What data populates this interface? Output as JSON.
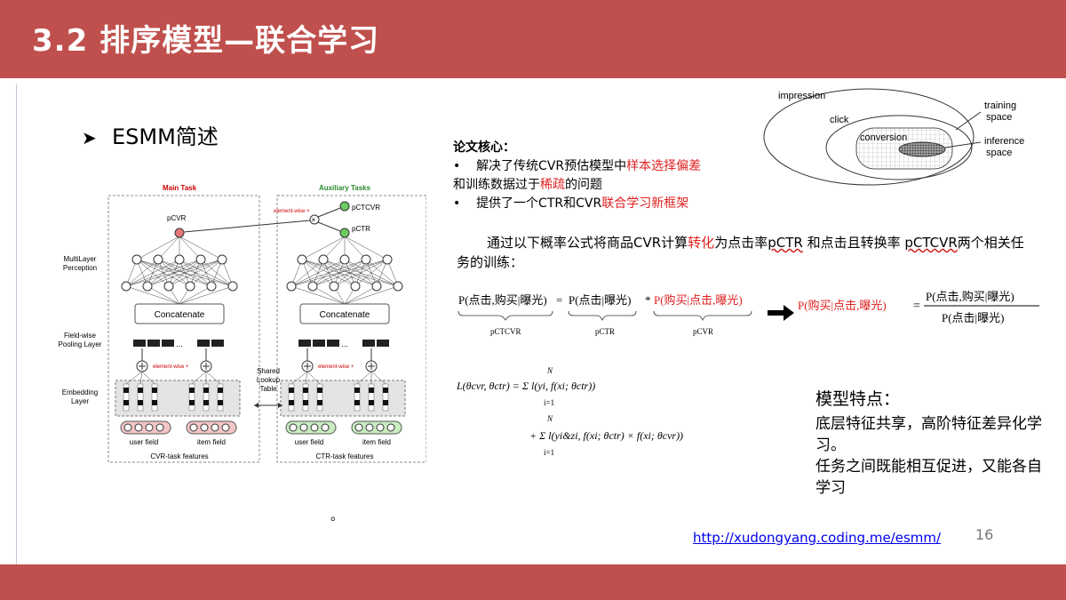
{
  "slide": {
    "title": "3.2 排序模型—联合学习",
    "bullet": "ESMM简述",
    "page_number": "16",
    "link": "http://xudongyang.coding.me/esmm/",
    "stray_mark": "。"
  },
  "core": {
    "heading": "论文核心：",
    "item1_a": "解决了传统CVR预估模型中",
    "item1_b": "样本选择偏差",
    "item1_c": "和训练数据过于",
    "item1_d": "稀疏",
    "item1_e": "的问题",
    "item2_a": "提供了一个CTR和CVR",
    "item2_b": "联合学习新框架"
  },
  "para": {
    "a": "通过以下概率公式将商品CVR计算",
    "b": "转化",
    "c": "为点击率",
    "d": "pCTR",
    "e": " 和点击且转换率 ",
    "f": "pCTCVR",
    "g": "两个相关任务的训练："
  },
  "formula": {
    "lhs": "P(点击,购买|曝光)",
    "eq": "=",
    "t1": "P(点击|曝光)",
    "star": "*",
    "t2": "P(购买|点击,曝光)",
    "u1": "pCTCVR",
    "u2": "pCTR",
    "u3": "pCVR",
    "rhs_lhs": "P(购买|点击,曝光)",
    "rhs_eq": "=",
    "num": "P(点击,购买|曝光)",
    "den": "P(点击|曝光)",
    "loss1": "L(θcvr, θctr) = Σ l(yi, f(xi; θctr))",
    "loss2": "+ Σ l(yi&zi, f(xi; θctr) × f(xi; θcvr))",
    "sum_top": "N",
    "sum_bot": "i=1"
  },
  "features": {
    "title": "模型特点：",
    "line1": "底层特征共享，高阶特征差异化学习。",
    "line2": "任务之间既能相互促进，又能各自学习"
  },
  "venn": {
    "impression": "impression",
    "click": "click",
    "conversion": "conversion",
    "training": "training\nspace",
    "training1": "training",
    "training2": "space",
    "inference1": "inference",
    "inference2": "space"
  },
  "network": {
    "main_task": "Main Task",
    "aux_tasks": "Auxiliary Tasks",
    "pcvr": "pCVR",
    "pctcvr": "pCTCVR",
    "pctr": "pCTR",
    "ew_x": "element-wise ×",
    "mlp": "MultiLayer\nPerception",
    "mlp1": "MultiLayer",
    "mlp2": "Perception",
    "concat": "Concatenate",
    "fw1": "Field-wise",
    "fw2": "Pooling Layer",
    "ew_plus": "element-wise +",
    "shared1": "Shared",
    "shared2": "Lookup",
    "shared3": "Table",
    "emb1": "Embedding",
    "emb2": "Layer",
    "user_field": "user field",
    "item_field": "item field",
    "cvr_features": "CVR-task features",
    "ctr_features": "CTR-task features",
    "ellipsis": "..."
  }
}
